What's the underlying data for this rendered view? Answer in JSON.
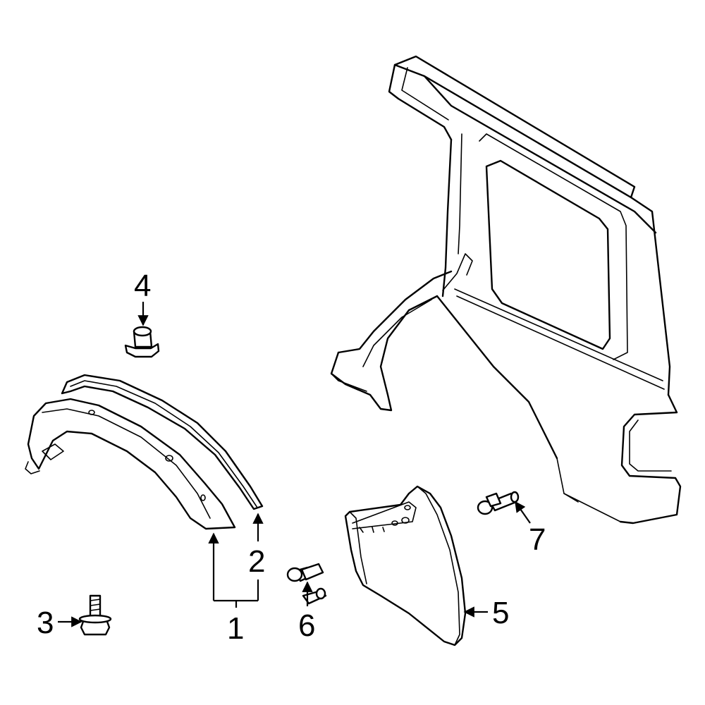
{
  "callouts": {
    "c1": "1",
    "c2": "2",
    "c3": "3",
    "c4": "4",
    "c5": "5",
    "c6": "6",
    "c7": "7"
  },
  "parts": [
    {
      "ref": "1",
      "depicts": "wheel-opening-flare"
    },
    {
      "ref": "2",
      "depicts": "flare-molding-strip"
    },
    {
      "ref": "3",
      "depicts": "flange-bolt"
    },
    {
      "ref": "4",
      "depicts": "push-nut-grommet"
    },
    {
      "ref": "5",
      "depicts": "mud-flap"
    },
    {
      "ref": "6",
      "depicts": "push-clip"
    },
    {
      "ref": "7",
      "depicts": "push-clip"
    }
  ],
  "colors": {
    "line": "#000000",
    "background": "#ffffff"
  }
}
